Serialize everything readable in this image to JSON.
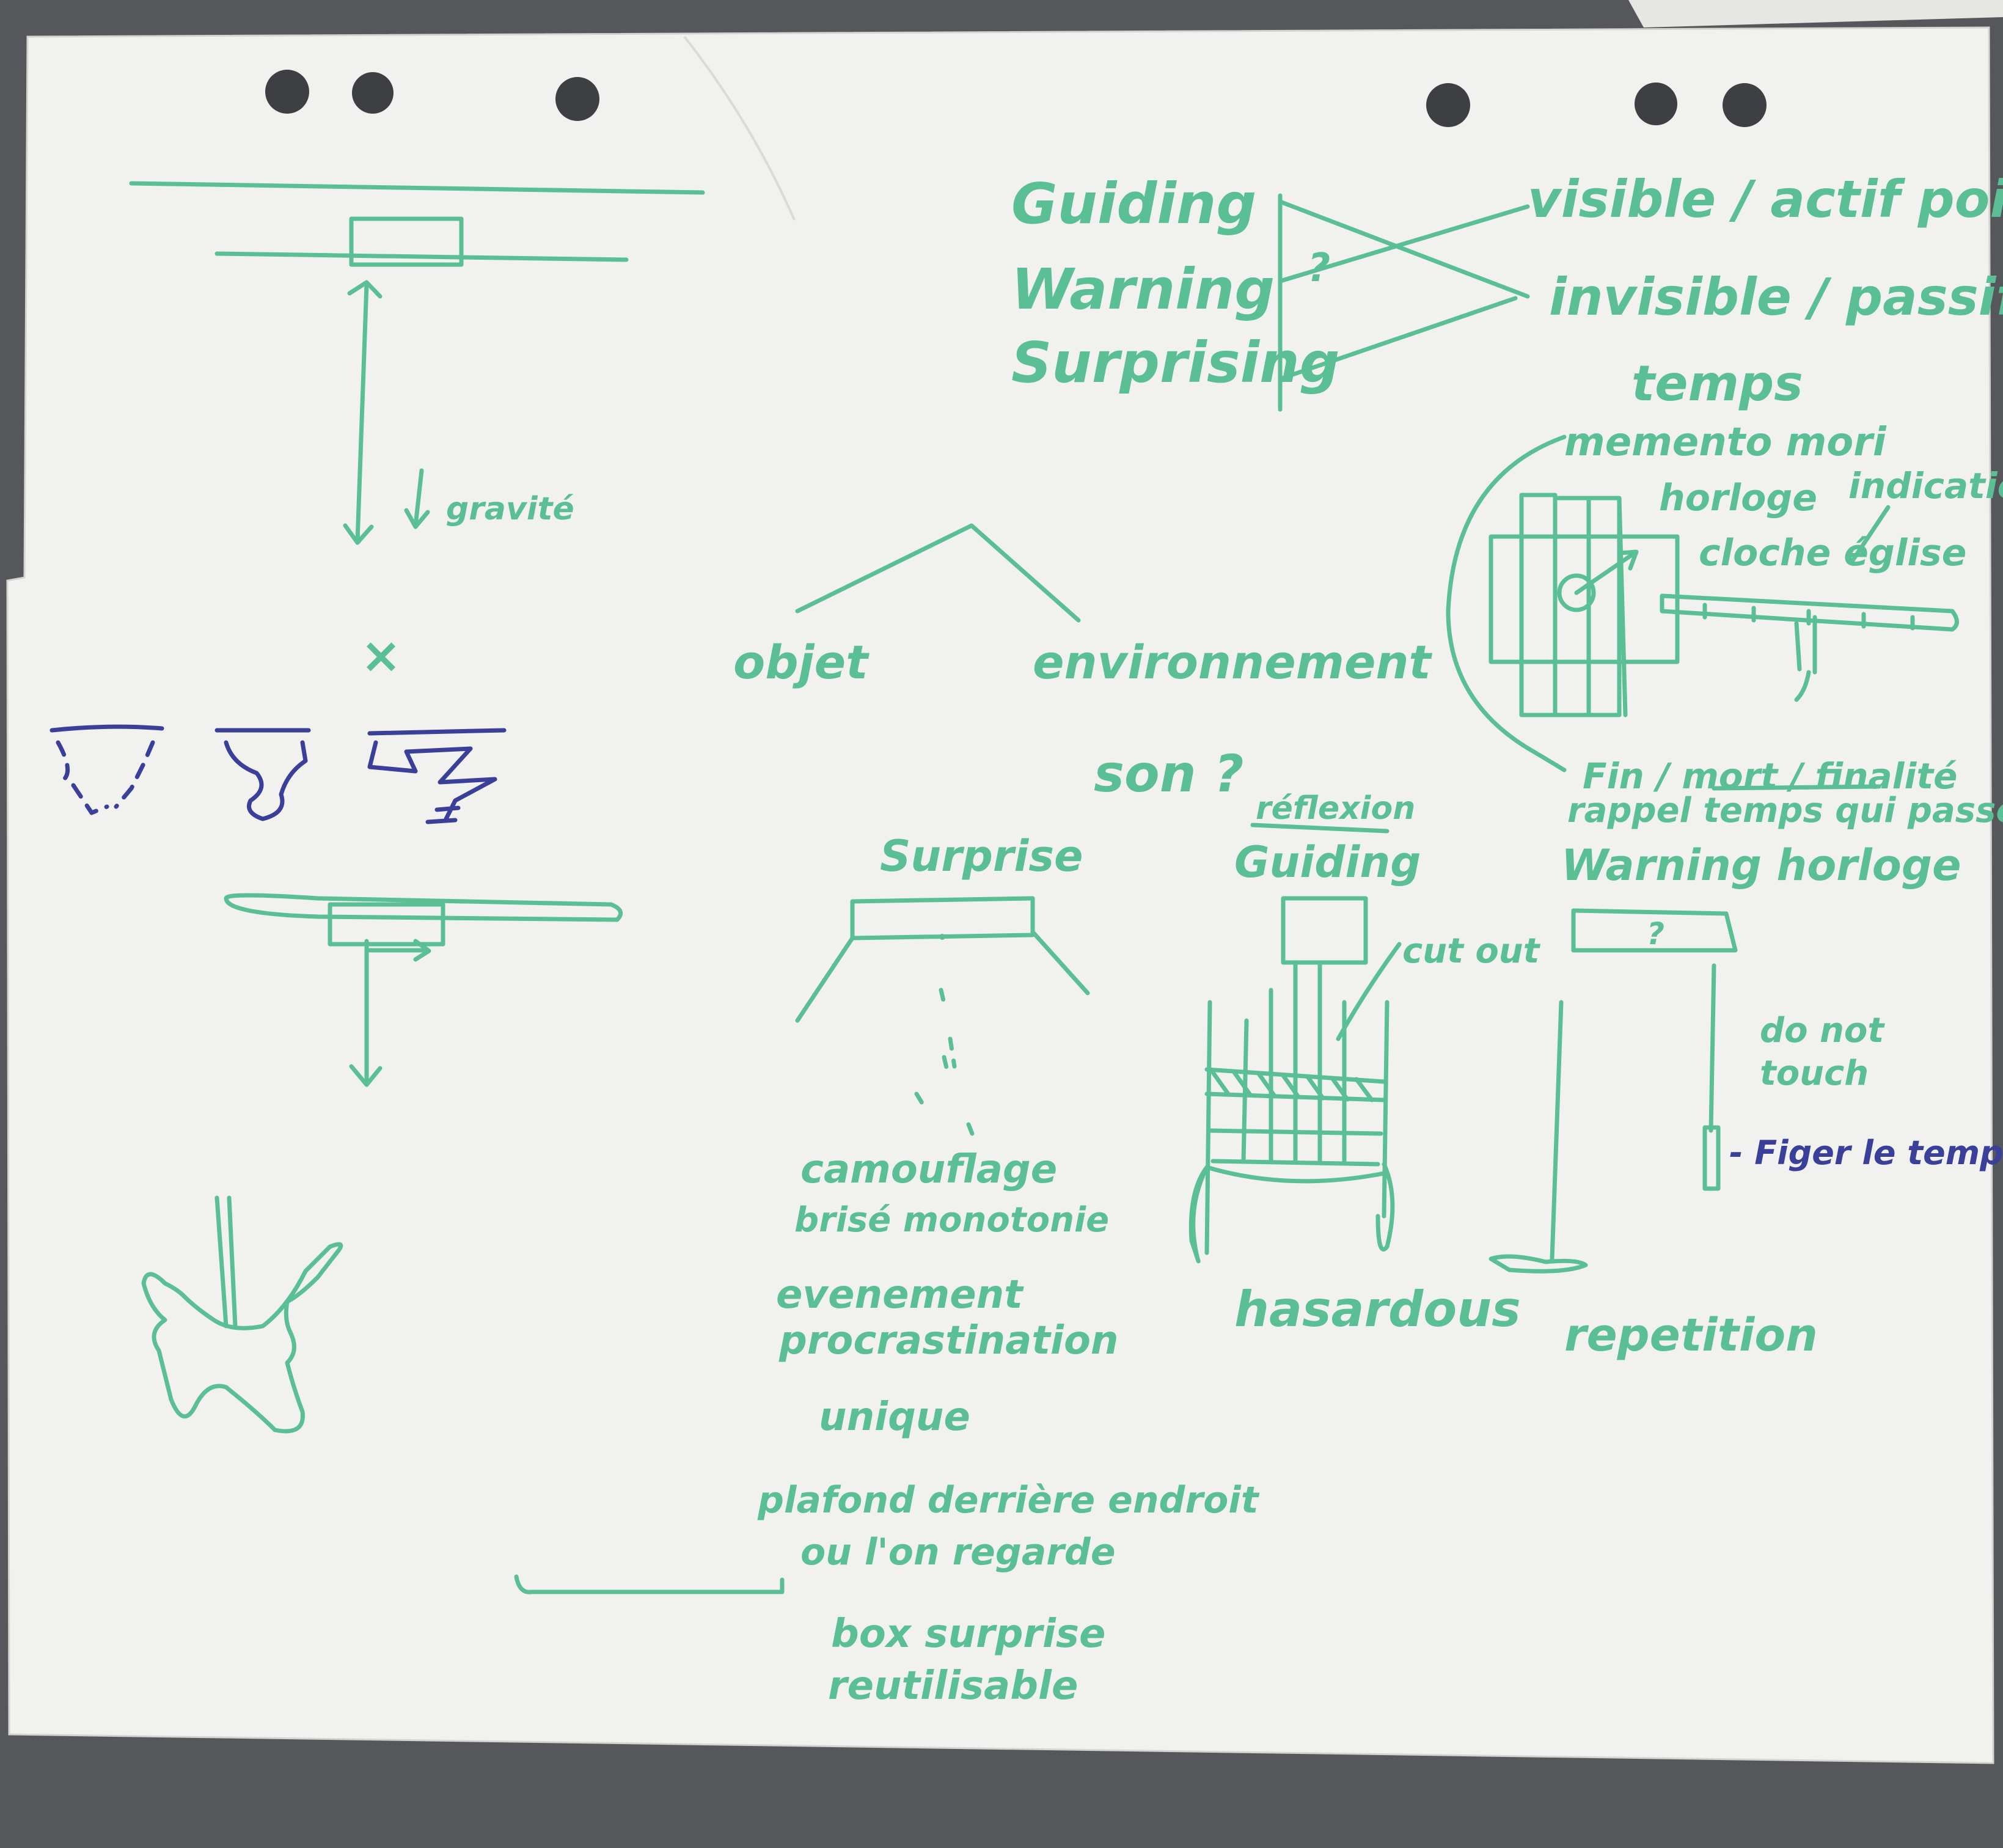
{
  "colors": {
    "background": "#55575b",
    "paper": "#f2f2f0",
    "green_marker": "#5bbf95",
    "blue_marker": "#3a3f9a"
  },
  "text": {
    "guiding": "Guiding",
    "warning": "Warning",
    "surprising": "Surprising",
    "visible_active": "visible / actif poignée",
    "invisible_passive": "invisible / passif",
    "question_mark": "?",
    "temps": "temps",
    "memento_mori": "memento mori",
    "horloge": "horloge",
    "indication": "indication",
    "cloche_eglise": "cloche église",
    "gravite": "gravité",
    "cross": "×",
    "objet": "objet",
    "environnement": "environnement",
    "son": "son ?",
    "fin_mort": "Fin / mort / finalité",
    "rappel": "rappel temps qui passe",
    "reflexion": "réflexion",
    "guiding_2": "Guiding",
    "warning_horloge": "Warning horloge",
    "surprise": "Surprise",
    "cut_out": "cut out",
    "do_not_touch_1": "do not",
    "do_not_touch_2": "touch",
    "figer": "- Figer le temps",
    "camouflage": "camouflage",
    "brise_monotonie": "brisé monotonie",
    "hasardous": "hasardous",
    "repetition": "repetition",
    "evenement": "evenement",
    "procrastination": "procrastination",
    "unique": "unique",
    "plafond": "plafond derrière endroit",
    "on_regarde": "ou l'on regarde",
    "box_surprise": "box surprise",
    "reutilisable": "reutilisable"
  }
}
